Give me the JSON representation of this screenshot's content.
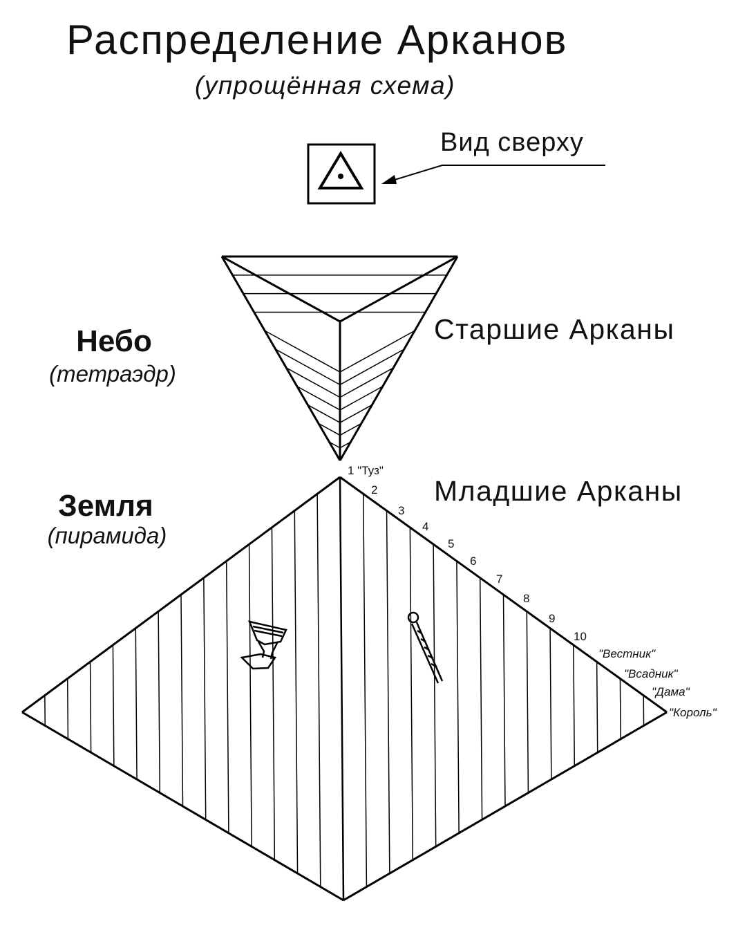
{
  "title": "Распределение Арканов",
  "subtitle": "(упрощённая схема)",
  "top_view_label": "Вид сверху",
  "major_label": "Старшие Арканы",
  "minor_label": "Младшие Арканы",
  "sky": {
    "name": "Небо",
    "subtitle": "(тетраэдр)"
  },
  "earth": {
    "name": "Земля",
    "subtitle": "(пирамида)"
  },
  "levels": {
    "ace": "1 \"Туз\"",
    "n2": "2",
    "n3": "3",
    "n4": "4",
    "n5": "5",
    "n6": "6",
    "n7": "7",
    "n8": "8",
    "n9": "9",
    "n10": "10",
    "page": "\"Вестник\"",
    "knight": "\"Всадник\"",
    "queen": "\"Дама\"",
    "king": "\"Король\""
  },
  "icons": [
    "cup-icon",
    "wand-icon",
    "triangle-dot-icon",
    "arrow-icon"
  ]
}
